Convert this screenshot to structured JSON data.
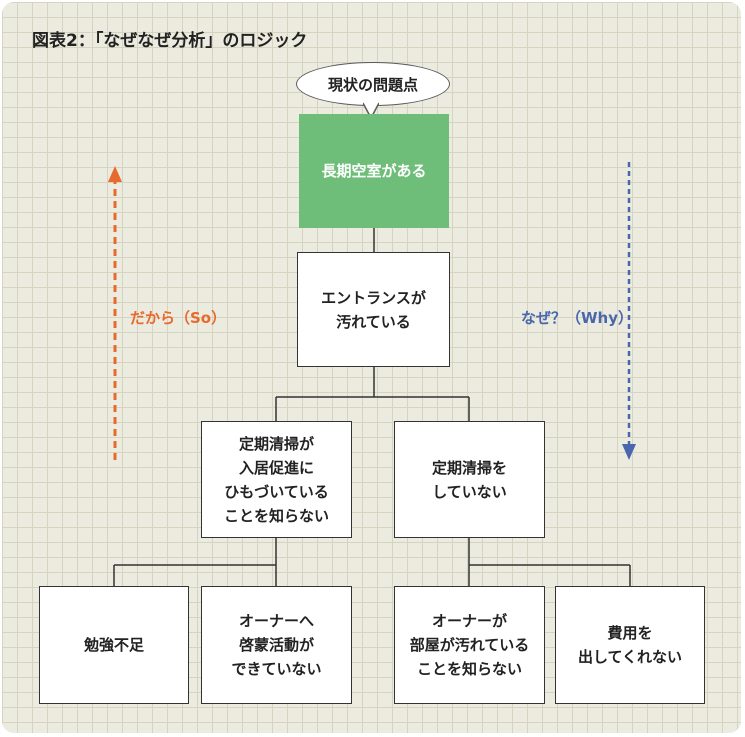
{
  "title": "図表2：「なぜなぜ分析」のロジック",
  "bubble": "現状の問題点",
  "nodes": {
    "root": "長期空室がある",
    "level1": "エントランスが\n汚れている",
    "level2_left": "定期清掃が\n入居促進に\nひもづいている\nことを知らない",
    "level2_right": "定期清掃を\nしていない",
    "leaf_1": "勉強不足",
    "leaf_2": "オーナーへ\n啓蒙活動が\nできていない",
    "leaf_3": "オーナーが\n部屋が汚れている\nことを知らない",
    "leaf_4": "費用を\n出してくれない"
  },
  "side_labels": {
    "so": "だから（So）",
    "why": "なぜ？（Why）"
  },
  "colors": {
    "background": "#ecebdf",
    "grid": "#d6d4c1",
    "root_fill": "#6ebd78",
    "so_arrow": "#e8692d",
    "why_arrow": "#4a67ad"
  }
}
